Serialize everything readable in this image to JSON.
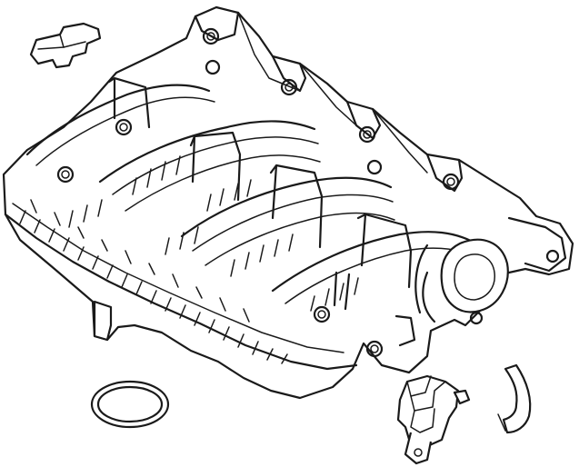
{
  "figure": {
    "type": "exploded-parts-line-drawing",
    "background": "#ffffff",
    "line_color": "#1a1a1a",
    "parts": [
      {
        "id": "intake-manifold",
        "icon": "intake-manifold-drawing"
      },
      {
        "id": "mounting-bracket",
        "icon": "bracket-drawing"
      },
      {
        "id": "o-ring-gasket",
        "icon": "ring-seal-drawing"
      },
      {
        "id": "solenoid-valve",
        "icon": "valve-drawing"
      },
      {
        "id": "vacuum-hose",
        "icon": "hose-drawing"
      }
    ]
  }
}
